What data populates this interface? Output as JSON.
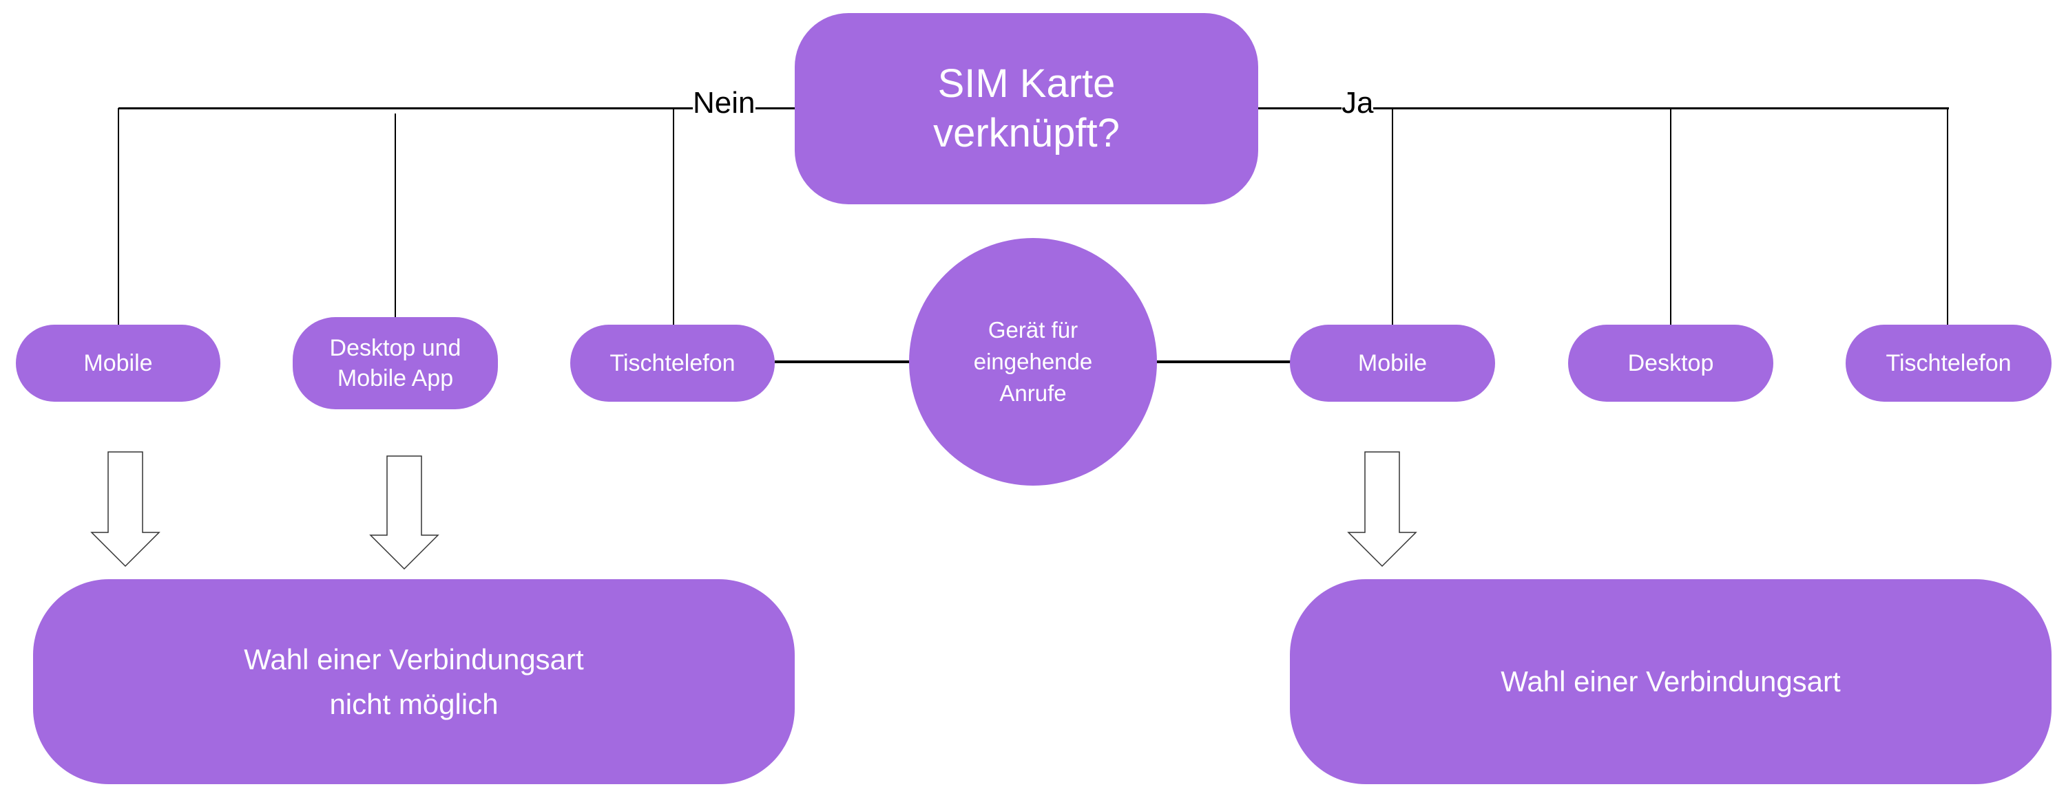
{
  "decision": {
    "text": "SIM Karte\nverknüpft?"
  },
  "branches": {
    "no_label": "Nein",
    "yes_label": "Ja"
  },
  "center_node": {
    "text": "Gerät für\neingehende\nAnrufe"
  },
  "left_devices": [
    {
      "label": "Mobile"
    },
    {
      "label": "Desktop und\nMobile App"
    },
    {
      "label": "Tischtelefon"
    }
  ],
  "right_devices": [
    {
      "label": "Mobile"
    },
    {
      "label": "Desktop"
    },
    {
      "label": "Tischtelefon"
    }
  ],
  "outcomes": {
    "left": "Wahl einer Verbindungsart\nnicht möglich",
    "right": "Wahl einer Verbindungsart"
  },
  "colors": {
    "node": "#a36ae0",
    "line": "#000000"
  }
}
